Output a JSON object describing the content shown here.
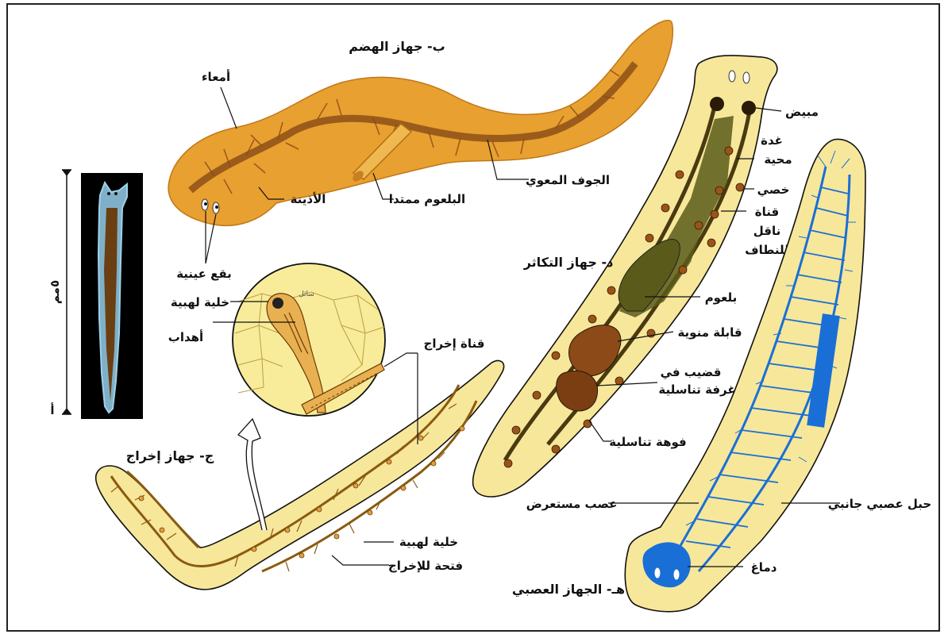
{
  "colors": {
    "worm_orange": "#e8a030",
    "worm_yellow": "#f7e79a",
    "gut_brown": "#7a3e12",
    "nerve_blue": "#1a6fd6",
    "photo_bg": "#000000"
  },
  "photo": {
    "scale_label": "٥مم",
    "point_label": "أ"
  },
  "digestive": {
    "title": "ب- جهاز الهضم",
    "intestines": "أمعاء",
    "auricle": "الأذينة",
    "pharynx_extended": "البلعوم ممتدا",
    "gastrovascular_cavity": "الجوف المعوي",
    "eyespots": "بقع عينية"
  },
  "excretory": {
    "title": "ج- جهاز إخراج",
    "flame_cell_zoom": "خلية لهبية",
    "fluid": "سائل",
    "cilia": "أهداب",
    "excretory_canal": "قناة إخراج",
    "flame_cell": "خلية لهبية",
    "excretory_pore": "فتحة للإخراج"
  },
  "reproductive": {
    "title": "د- جهاز التكاثر",
    "ovary": "مبيض",
    "yolk_gland_1": "غدة",
    "yolk_gland_2": "محية",
    "testis": "خصي",
    "vas_deferens_1": "قناة",
    "vas_deferens_2": "ناقل",
    "vas_deferens_3": "للنطاف",
    "pharynx": "بلعوم",
    "seminal_receptacle": "قابلة منوية",
    "penis_1": "قضيب في",
    "penis_2": "غرفة تناسلية",
    "genital_pore": "فوهة تناسلية"
  },
  "nervous": {
    "title": "هـ- الجهاز العصبي",
    "lateral_nerve_cord": "حبل عصبي جانبي",
    "transverse_nerve": "عصب مستعرض",
    "brain": "دماغ"
  }
}
